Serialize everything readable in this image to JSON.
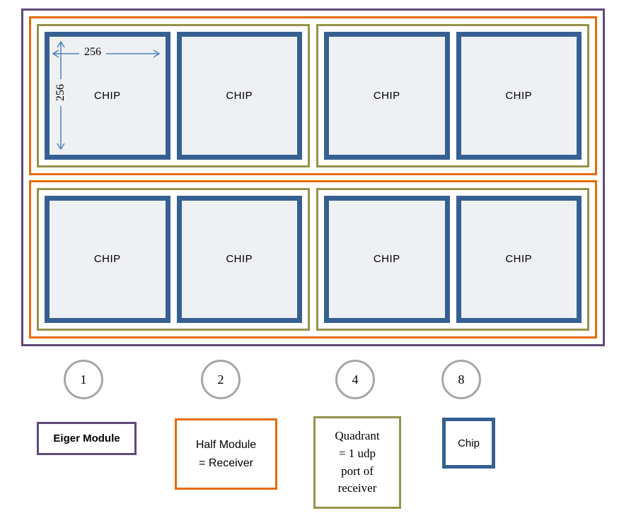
{
  "diagram": {
    "chip_label": "CHIP",
    "chip_width_label": "256",
    "chip_height_label": "256"
  },
  "legend": {
    "counts": [
      "1",
      "2",
      "4",
      "8"
    ],
    "module_label": "Eiger Module",
    "half_module_label": "Half Module\n= Receiver",
    "quadrant_label": "Quadrant\n= 1 udp\nport of\nreceiver",
    "chip_label": "Chip"
  },
  "colors": {
    "module_purple": "#5f497a",
    "half_module_orange": "#e36c0a",
    "quadrant_olive": "#95924c",
    "chip_blue": "#366092",
    "arrow_blue": "#4f81bd",
    "chip_fill": "#eef0f3",
    "circle_gray": "#a6a6a6"
  }
}
